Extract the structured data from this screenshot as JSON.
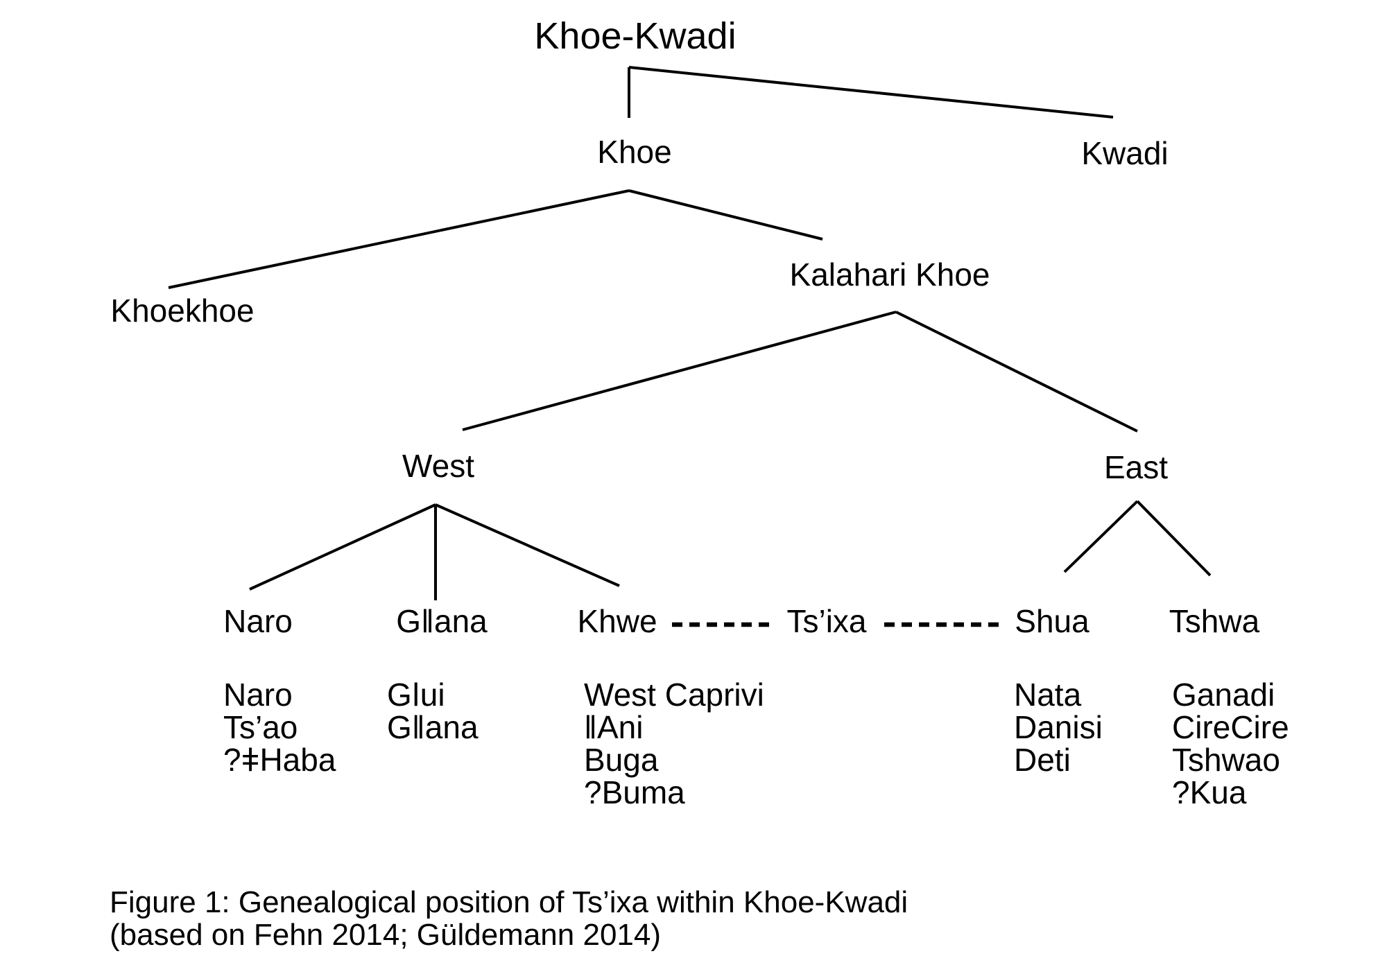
{
  "figure": {
    "type": "genealogical-tree",
    "nodes": {
      "khoe_kwadi": "Khoe-Kwadi",
      "khoe": "Khoe",
      "kwadi": "Kwadi",
      "khoekhoe": "Khoekhoe",
      "kalahari_khoe": "Kalahari Khoe",
      "west": "West",
      "east": "East",
      "naro": "Naro",
      "gana": "Gǁana",
      "khwe": "Khwe",
      "tsixa": "Ts’ixa",
      "shua": "Shua",
      "tshwa": "Tshwa"
    },
    "varieties": {
      "naro": [
        "Naro",
        "Ts’ao",
        "?ǂHaba"
      ],
      "gana": [
        "Gǀui",
        "Gǁana"
      ],
      "khwe": [
        "West Caprivi",
        "ǁAni",
        "Buga",
        "?Buma"
      ],
      "shua": [
        "Nata",
        "Danisi",
        "Deti"
      ],
      "tshwa": [
        "Ganadi",
        "CireCire",
        "Tshwao",
        "?Kua"
      ]
    },
    "connections": {
      "solid": [
        [
          "Khoe-Kwadi",
          "Khoe"
        ],
        [
          "Khoe-Kwadi",
          "Kwadi"
        ],
        [
          "Khoe",
          "Khoekhoe"
        ],
        [
          "Khoe",
          "Kalahari Khoe"
        ],
        [
          "Kalahari Khoe",
          "West"
        ],
        [
          "Kalahari Khoe",
          "East"
        ],
        [
          "West",
          "Naro"
        ],
        [
          "West",
          "Gǁana"
        ],
        [
          "West",
          "Khwe"
        ],
        [
          "East",
          "Shua"
        ],
        [
          "East",
          "Tshwa"
        ]
      ],
      "dashed": [
        [
          "Khwe",
          "Ts’ixa"
        ],
        [
          "Ts’ixa",
          "Shua"
        ]
      ]
    },
    "colors": {
      "line": "#000000",
      "text": "#000000",
      "background": "#ffffff"
    }
  },
  "caption": {
    "line1": "Figure 1: Genealogical position of Ts’ixa within Khoe-Kwadi",
    "line2": "(based on Fehn 2014; Güldemann 2014)"
  }
}
